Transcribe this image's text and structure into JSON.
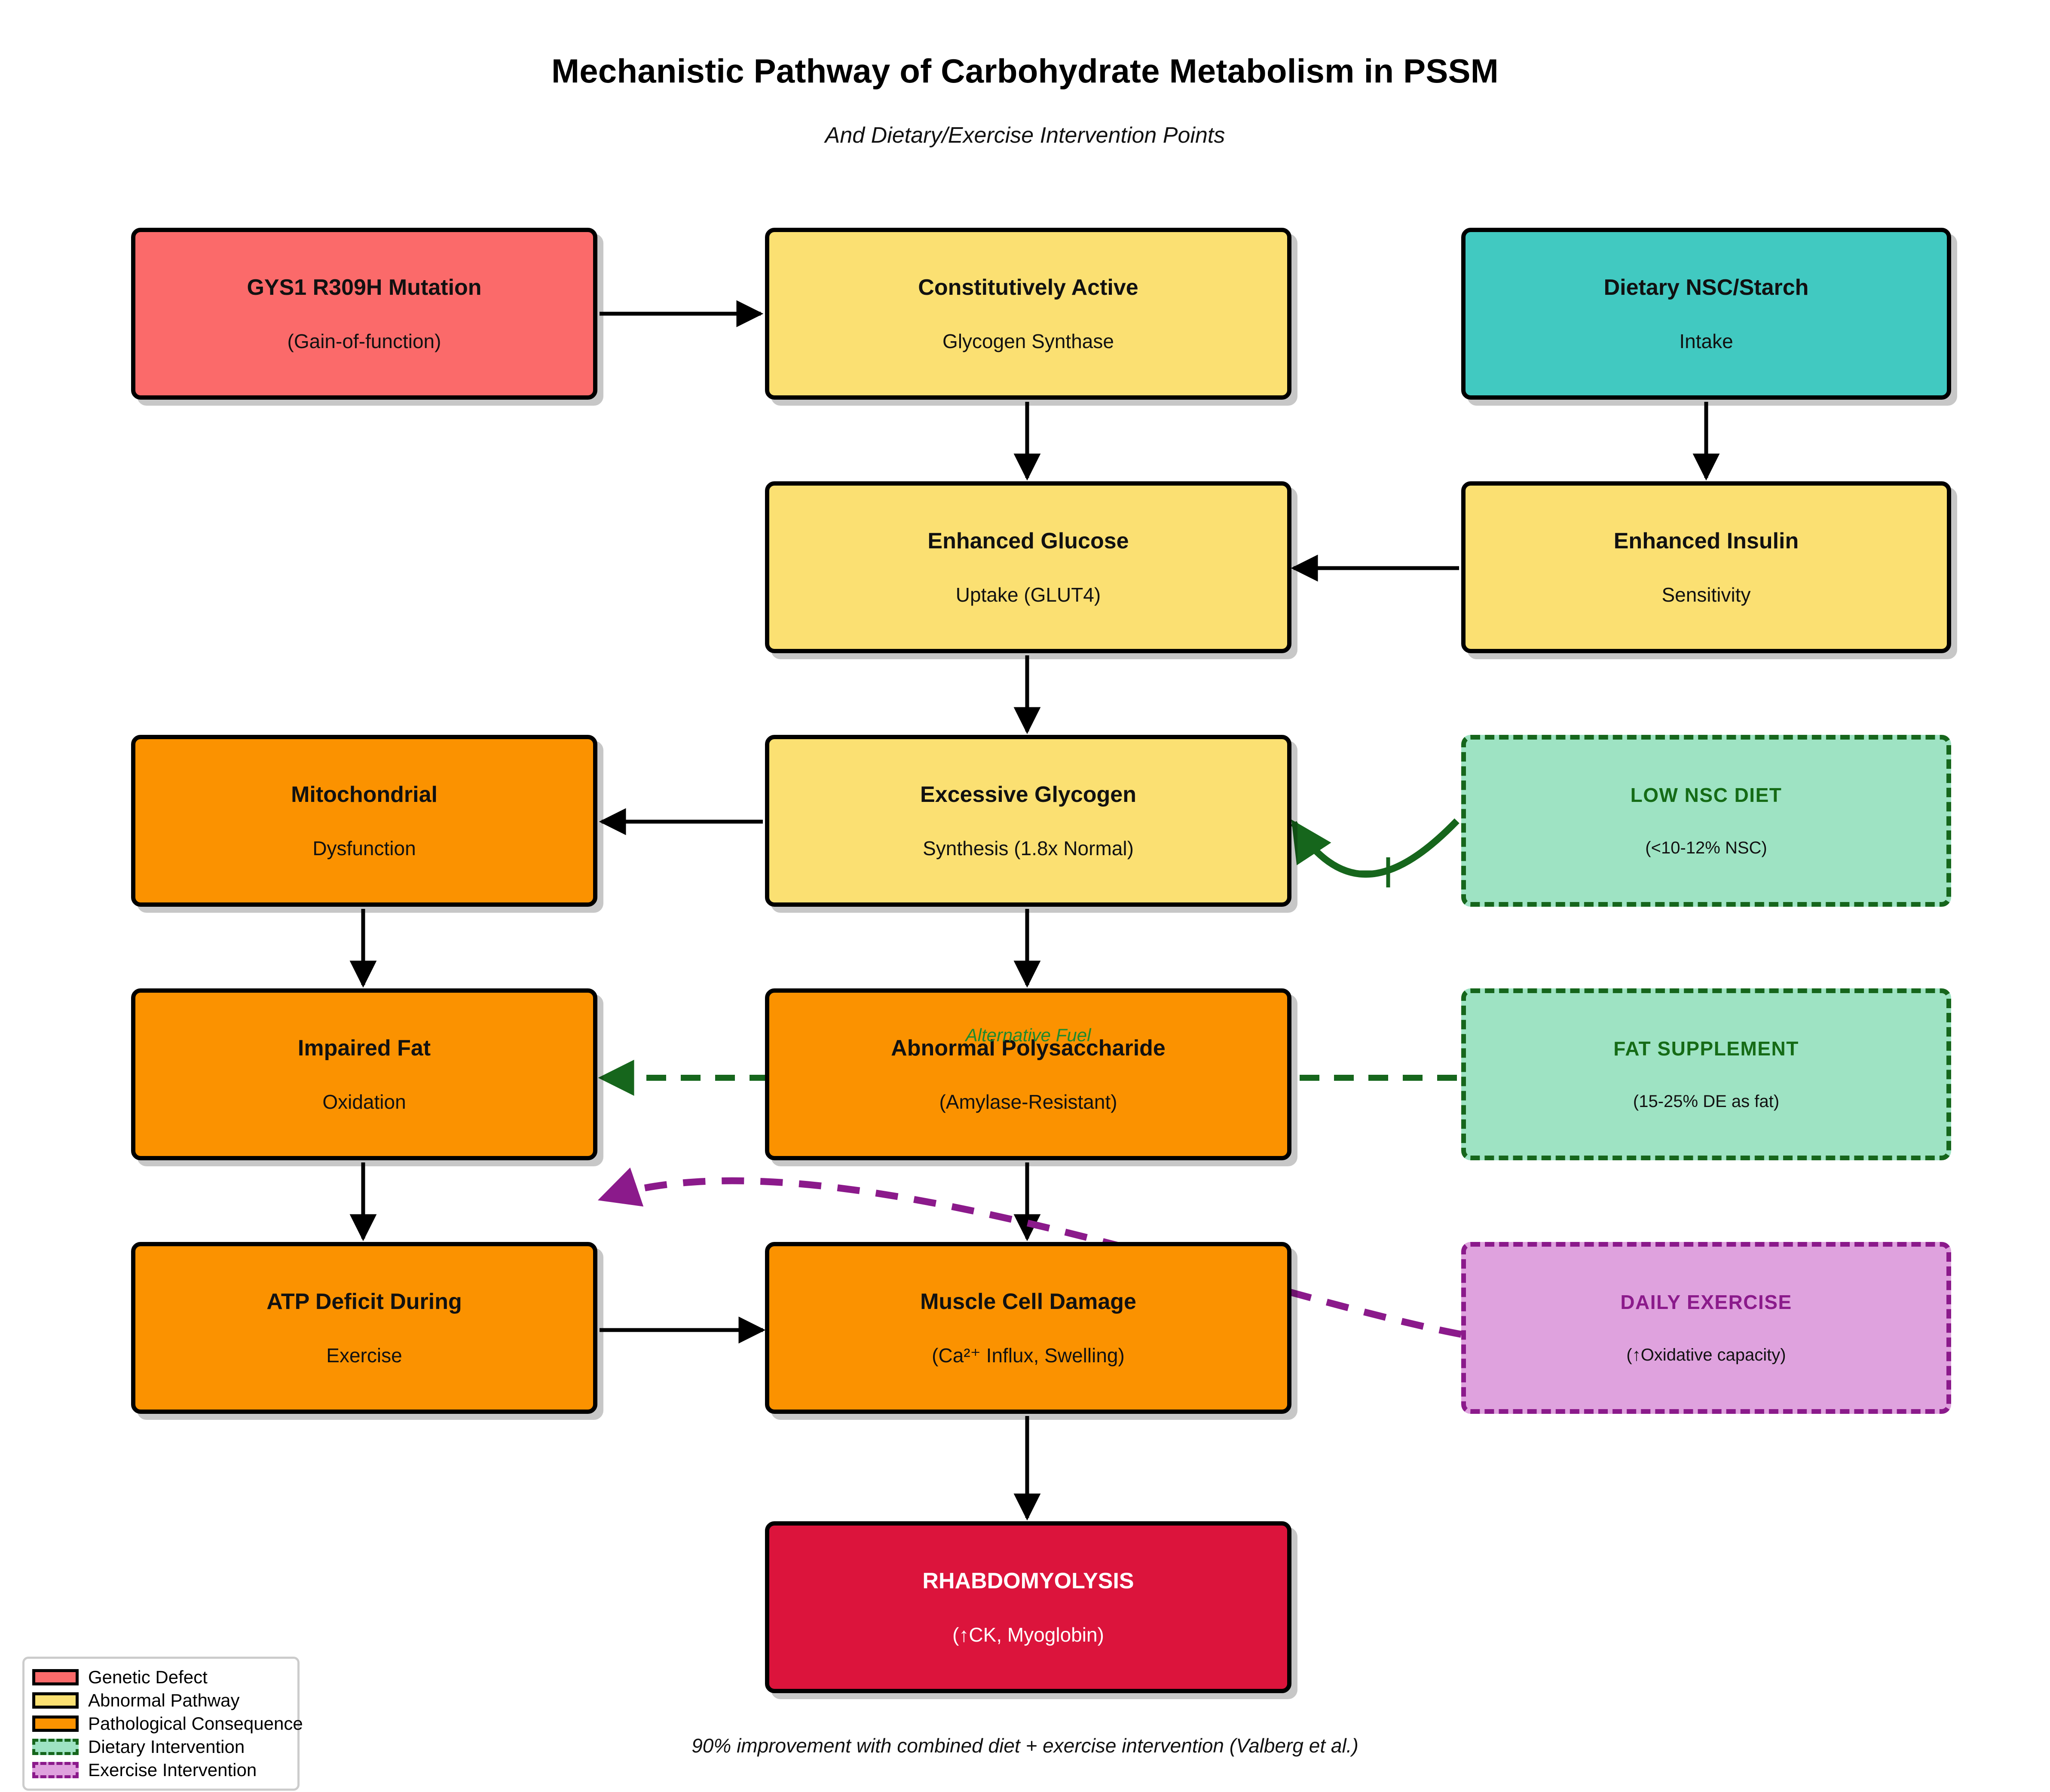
{
  "header": {
    "title": "Mechanistic Pathway of Carbohydrate Metabolism in PSSM",
    "subtitle": "And Dietary/Exercise Intervention Points"
  },
  "footnote": "90% improvement with combined diet + exercise intervention (Valberg et al.)",
  "nodes": {
    "gys1": {
      "title": "GYS1 R309H Mutation",
      "subtitle": "(Gain-of-function)",
      "color": "#FB6A6A"
    },
    "gs": {
      "title": "Constitutively Active",
      "subtitle": "Glycogen Synthase",
      "color": "#FBE072"
    },
    "nsc": {
      "title": "Dietary NSC/Starch",
      "subtitle": "Intake",
      "color": "#41C9C1"
    },
    "glucose": {
      "title": "Enhanced Glucose",
      "subtitle": "Uptake (GLUT4)",
      "color": "#FBE072"
    },
    "insulin": {
      "title": "Enhanced Insulin",
      "subtitle": "Sensitivity",
      "color": "#FBE072"
    },
    "mito": {
      "title": "Mitochondrial",
      "subtitle": "Dysfunction",
      "color": "#FB9200"
    },
    "glycogen": {
      "title": "Excessive Glycogen",
      "subtitle": "Synthesis (1.8x Normal)",
      "color": "#FBE072"
    },
    "lownsc": {
      "title": "LOW NSC DIET",
      "subtitle": "(<10-12% NSC)",
      "color": "#9EE3C3"
    },
    "fatox": {
      "title": "Impaired Fat",
      "subtitle": "Oxidation",
      "color": "#FB9200"
    },
    "polysac": {
      "title": "Abnormal Polysaccharide",
      "subtitle": "(Amylase-Resistant)",
      "color": "#FB9200"
    },
    "fatsupp": {
      "title": "FAT SUPPLEMENT",
      "subtitle": "(15-25% DE as fat)",
      "color": "#9EE3C3"
    },
    "atp": {
      "title": "ATP Deficit During",
      "subtitle": "Exercise",
      "color": "#FB9200"
    },
    "damage": {
      "title": "Muscle Cell Damage",
      "subtitle": "(Ca²⁺ Influx, Swelling)",
      "color": "#FB9200"
    },
    "exercise": {
      "title": "DAILY EXERCISE",
      "subtitle": "(↑Oxidative capacity)",
      "color": "#DFA2DE"
    },
    "rhabdo": {
      "title": "RHABDOMYOLYSIS",
      "subtitle": "(↑CK, Myoglobin)",
      "color": "#DC143C"
    }
  },
  "edge_labels": {
    "alternative_fuel": "Alternative Fuel"
  },
  "legend": {
    "items": [
      {
        "label": "Genetic Defect",
        "color": "#FB6A6A",
        "style": "solid"
      },
      {
        "label": "Abnormal Pathway",
        "color": "#FBE072",
        "style": "solid"
      },
      {
        "label": "Pathological Consequence",
        "color": "#FB9200",
        "style": "solid"
      },
      {
        "label": "Dietary Intervention",
        "color": "#9EE3C3",
        "style": "dashed"
      },
      {
        "label": "Exercise Intervention",
        "color": "#DFA2DE",
        "style": "dashed"
      }
    ]
  },
  "colors": {
    "arrow": "#000000",
    "dietary": "#16661C",
    "exercise": "#8B1A8B"
  }
}
